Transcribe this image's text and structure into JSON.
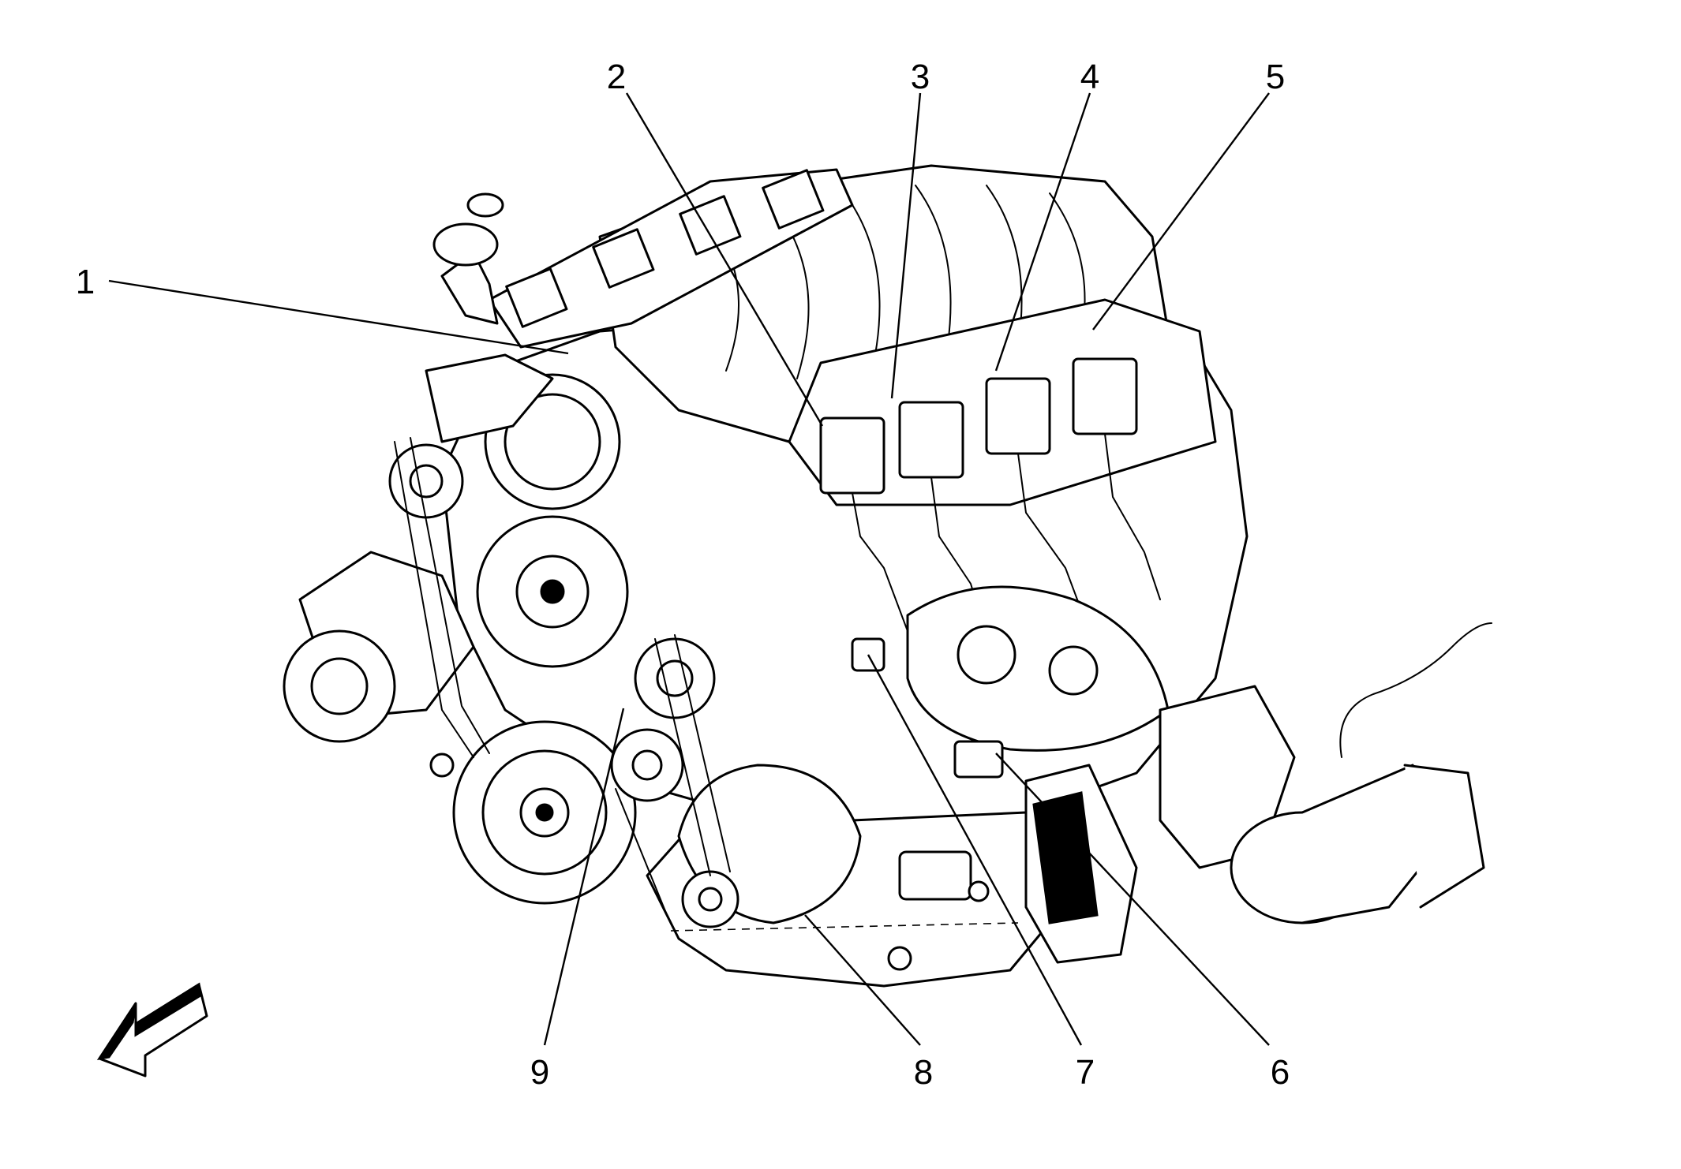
{
  "callouts": [
    {
      "label": "1"
    },
    {
      "label": "2"
    },
    {
      "label": "3"
    },
    {
      "label": "4"
    },
    {
      "label": "5"
    },
    {
      "label": "6"
    },
    {
      "label": "7"
    },
    {
      "label": "8"
    },
    {
      "label": "9"
    }
  ],
  "icons": {
    "direction": "front-direction-arrow-icon"
  }
}
